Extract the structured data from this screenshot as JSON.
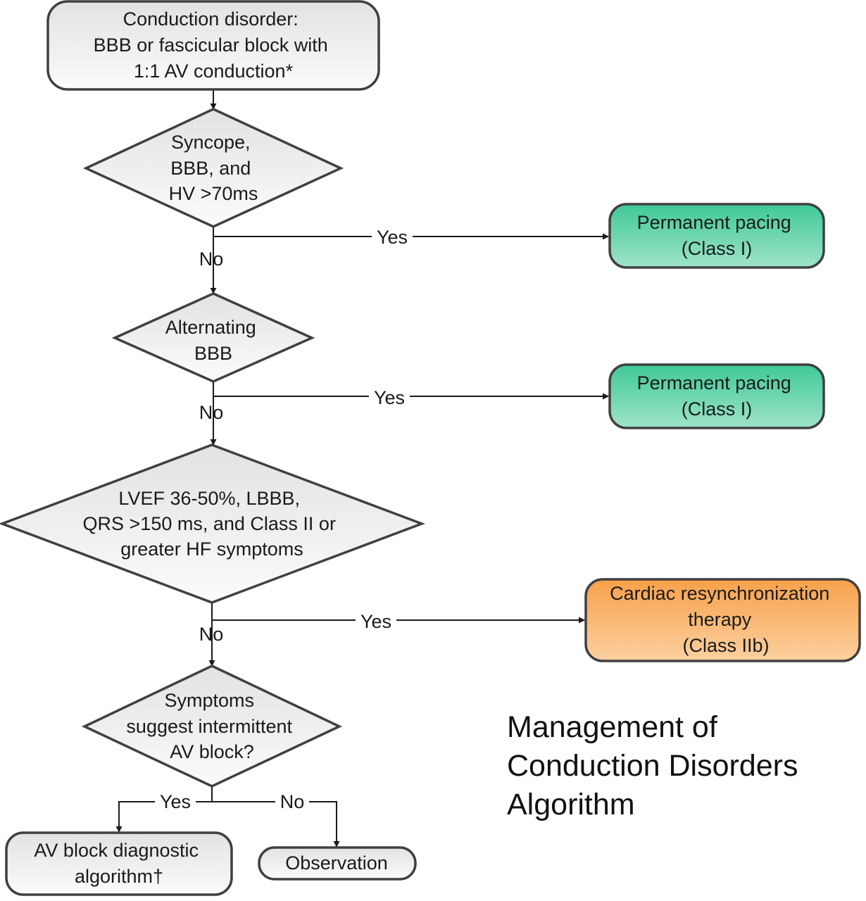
{
  "colors": {
    "green_top": "#3fc996",
    "green_bottom": "#9fe4c8",
    "orange_top": "#f7a14a",
    "orange_bottom": "#fcd0a0",
    "gray_top": "#e2e2e2",
    "gray_bottom": "#fbfbfb",
    "stroke": "#404040"
  },
  "title": {
    "lines": [
      "Management of",
      "Conduction Disorders",
      "Algorithm"
    ]
  },
  "nodes": {
    "start": {
      "lines": [
        "Conduction disorder:",
        "BBB or fascicular block with",
        "1:1 AV conduction*"
      ]
    },
    "d1": {
      "lines": [
        "Syncope,",
        "BBB, and",
        "HV >70ms"
      ]
    },
    "d2": {
      "lines": [
        "Alternating",
        "BBB"
      ]
    },
    "d3": {
      "lines": [
        "LVEF 36-50%, LBBB,",
        "QRS >150 ms, and Class II or",
        "greater HF symptoms"
      ]
    },
    "d4": {
      "lines": [
        "Symptoms",
        "suggest intermittent",
        "AV block?"
      ]
    },
    "pace1": {
      "lines": [
        "Permanent pacing",
        "(Class I)"
      ]
    },
    "pace2": {
      "lines": [
        "Permanent pacing",
        "(Class I)"
      ]
    },
    "crt": {
      "lines": [
        "Cardiac resynchronization",
        "therapy",
        "(Class IIb)"
      ]
    },
    "avblock": {
      "lines": [
        "AV block diagnostic",
        "algorithm†"
      ]
    },
    "observation": {
      "lines": [
        "Observation"
      ]
    }
  },
  "edge_labels": {
    "yes": "Yes",
    "no": "No"
  }
}
